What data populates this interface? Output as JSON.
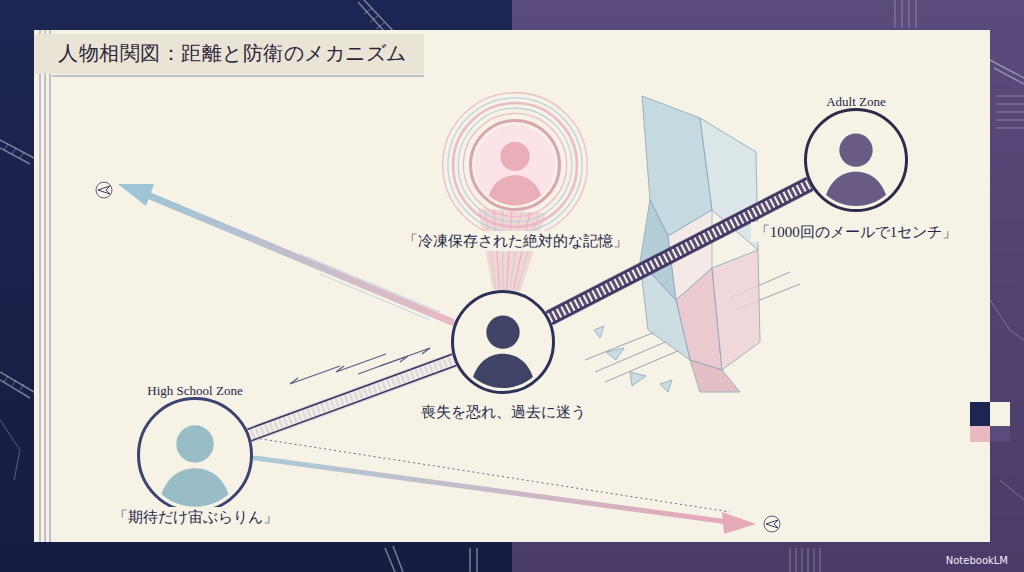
{
  "diagram": {
    "title": "人物相関図：距離と防衛のメカニズム",
    "nodes": [
      {
        "text": [
          "「冷凍保存された絶対的な記憶」"
        ]
      },
      {
        "text": [
          "Adult Zone",
          "「1000回のメールで1センチ」"
        ]
      },
      {
        "text": [
          "喪失を恐れ、過去に迷う"
        ]
      },
      {
        "text": [
          "High School Zone",
          "「期待だけ宙ぶらりん」"
        ]
      }
    ],
    "edges": [
      {
        "from": 2,
        "to": 1,
        "arrow": "none"
      },
      {
        "from": 3,
        "to": 2,
        "arrow": "none"
      },
      {
        "from": 0,
        "to": 2,
        "arrow": "none"
      }
    ],
    "labels": [
      "NotebookLM"
    ]
  }
}
